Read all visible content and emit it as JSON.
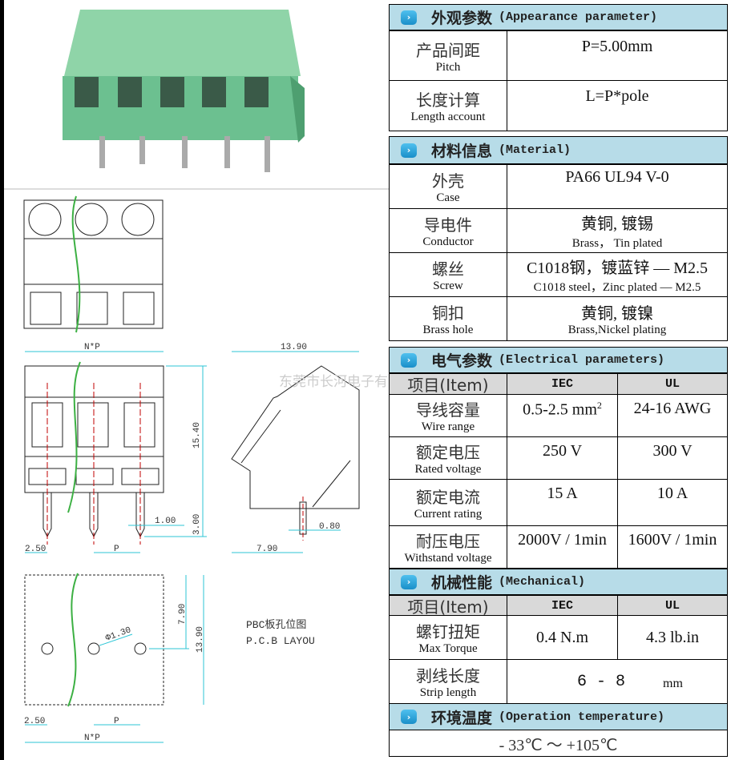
{
  "drawing": {
    "watermark": "东莞市长河电子有",
    "front": {
      "np": "N*P",
      "height": "15.40",
      "pin_len": "3.00",
      "pin_w": "1.00",
      "edge": "2.50",
      "pitch": "P"
    },
    "side": {
      "depth": "13.90",
      "pin_w": "0.80",
      "pin_pos": "7.90"
    },
    "pcb": {
      "hole": "Φ1.30",
      "row": "7.90",
      "depth": "13.90",
      "edge": "2.50",
      "pitch": "P",
      "np": "N*P",
      "title_zh": "PBC板孔位图",
      "title_en": "P.C.B LAYOU"
    }
  },
  "sections": {
    "appearance": {
      "zh": "外观参数",
      "en": "(Appearance parameter)",
      "rows": [
        {
          "zh": "产品间距",
          "en": "Pitch",
          "value": "P=5.00mm"
        },
        {
          "zh": "长度计算",
          "en": "Length account",
          "value": "L=P*pole"
        }
      ]
    },
    "material": {
      "zh": "材料信息",
      "en": "(Material)",
      "rows": [
        {
          "zh": "外壳",
          "en": "Case",
          "value": "PA66 UL94 V-0",
          "sub": ""
        },
        {
          "zh": "导电件",
          "en": "Conductor",
          "value": "黄铜, 镀锡",
          "sub": "Brass， Tin plated"
        },
        {
          "zh": "螺丝",
          "en": "Screw",
          "value": "C1018钢，镀蓝锌 — M2.5",
          "sub": "C1018 steel，Zinc plated — M2.5"
        },
        {
          "zh": "铜扣",
          "en": "Brass hole",
          "value": "黄铜, 镀镍",
          "sub": "Brass,Nickel plating"
        }
      ]
    },
    "electrical": {
      "zh": "电气参数",
      "en": "(Electrical parameters)",
      "head": [
        "项目(Item)",
        "IEC",
        "UL"
      ],
      "rows": [
        {
          "zh": "导线容量",
          "en": "Wire range",
          "iec": "0.5-2.5 mm",
          "iec_sup": "2",
          "ul": "24-16  AWG"
        },
        {
          "zh": "额定电压",
          "en": "Rated voltage",
          "iec": "250 V",
          "ul": "300 V"
        },
        {
          "zh": "额定电流",
          "en": "Current rating",
          "iec": "15 A",
          "ul": "10  A"
        },
        {
          "zh": "耐压电压",
          "en": "Withstand voltage",
          "iec": "2000V / 1min",
          "ul": "1600V / 1min"
        }
      ]
    },
    "mechanical": {
      "zh": "机械性能",
      "en": "(Mechanical)",
      "head": [
        "项目(Item)",
        "IEC",
        "UL"
      ],
      "rows": [
        {
          "zh": "螺钉扭矩",
          "en": "Max Torque",
          "iec": "0.4  N.m",
          "ul": "4.3 lb.in"
        },
        {
          "zh": "剥线长度",
          "en": "Strip length",
          "value": "6 - 8",
          "unit": "mm"
        }
      ]
    },
    "temperature": {
      "zh": "环境温度",
      "en": "(Operation temperature)",
      "value": "- 33℃ ～ +105℃"
    }
  },
  "colors": {
    "header": "#b7dce8",
    "dim": "#2cc6d6",
    "center": "#c00000",
    "break": "#3cb043",
    "body": "#74c395"
  }
}
